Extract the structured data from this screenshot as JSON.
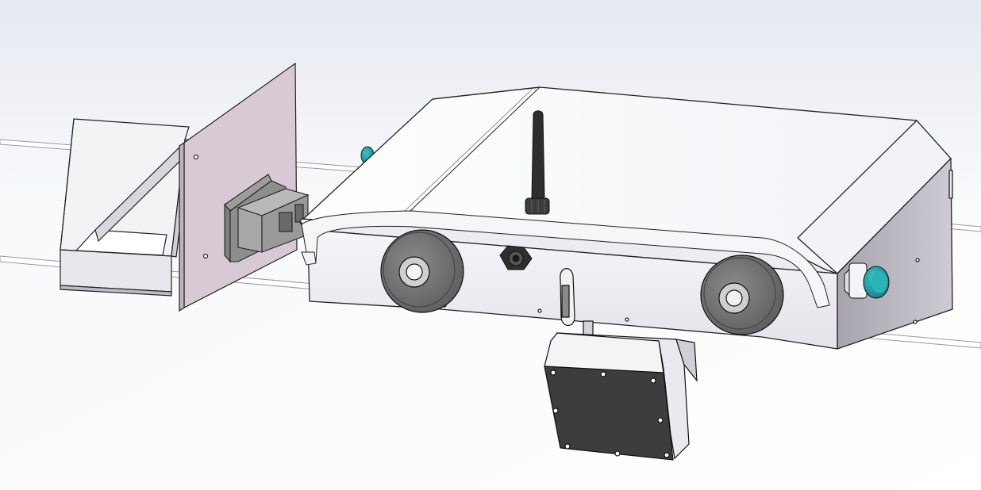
{
  "scene": {
    "description_name": "cad-render-cable-inspection-robot",
    "colors": {
      "background_top": "#eef1f6",
      "background_bottom": "#ffffff",
      "body": "#f4f5f8",
      "body_shadow": "#d9dce4",
      "plate": "#d6c9d3",
      "wheel": "#6f6f6f",
      "teal_knob": "#1f9fa4",
      "dark_part": "#3a3a3a",
      "cable": "#ffffff",
      "edge": "#1a1a1a"
    },
    "icons": [
      "antenna",
      "cable-gland",
      "carabiner-hook",
      "drive-wheel",
      "teal-knob",
      "camera-box"
    ]
  }
}
